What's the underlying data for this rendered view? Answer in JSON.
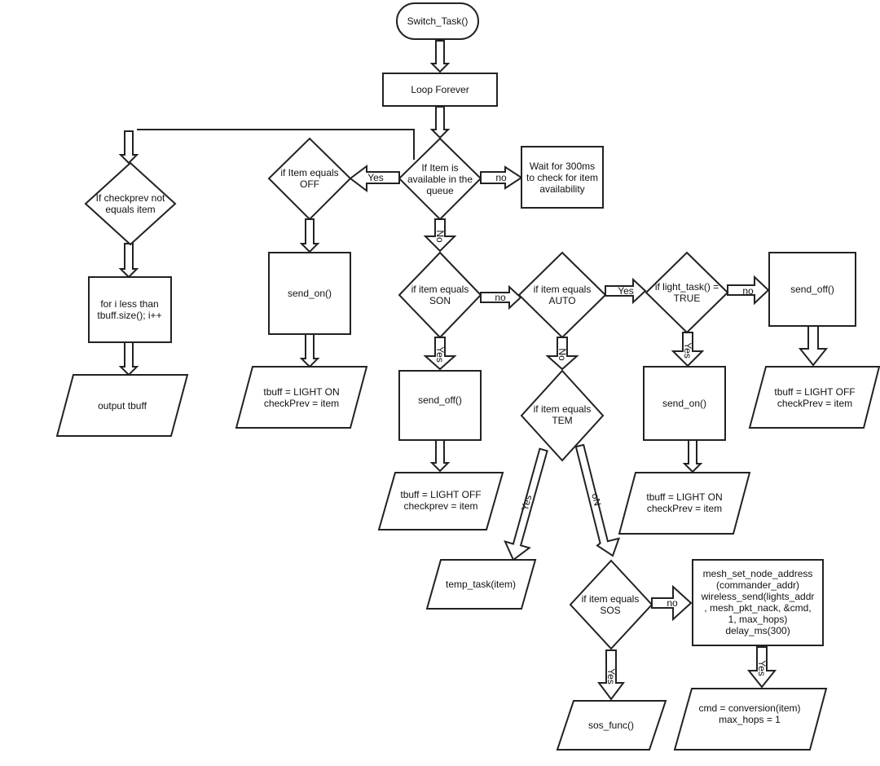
{
  "diagram": {
    "start": "Switch_Task()",
    "loop": "Loop Forever",
    "q_available": [
      "If Item is",
      "available in the",
      "queue"
    ],
    "wait": [
      "Wait for 300ms",
      "to check for item",
      "availability"
    ],
    "if_off": [
      "if Item equals",
      "OFF"
    ],
    "send_on_1": "send_on()",
    "tbuff_on_1": [
      "tbuff = LIGHT ON",
      "checkPrev = item"
    ],
    "if_checkprev": [
      "If checkprev not",
      "equals item"
    ],
    "for_loop": [
      "for i less than",
      "tbuff.size(); i++"
    ],
    "output": "output tbuff",
    "if_son": [
      "if item equals",
      "SON"
    ],
    "send_off_1": "send_off()",
    "tbuff_off_1": [
      "tbuff = LIGHT OFF",
      "checkprev = item"
    ],
    "if_auto": [
      "if item equals",
      "AUTO"
    ],
    "if_light": [
      "if light_task() =",
      "TRUE"
    ],
    "send_off_2": "send_off()",
    "tbuff_off_2": [
      "tbuff = LIGHT OFF",
      "checkPrev = item"
    ],
    "send_on_2": "send_on()",
    "tbuff_on_2": [
      "tbuff = LIGHT ON",
      "checkPrev = item"
    ],
    "if_tem": [
      "if item equals",
      "TEM"
    ],
    "temp_task": "temp_task(item)",
    "if_sos": [
      "if item equals",
      "SOS"
    ],
    "mesh": [
      "mesh_set_node_address",
      "(commander_addr)",
      "wireless_send(lights_addr",
      ", mesh_pkt_nack, &cmd,",
      "1, max_hops)",
      "delay_ms(300)"
    ],
    "cmd": [
      "cmd = conversion(item)",
      "max_hops = 1"
    ],
    "sos_func": "sos_func()",
    "labels": {
      "yes": "Yes",
      "no_lower": "no",
      "no_cap": "No",
      "on": "oN"
    }
  },
  "colors": {
    "stroke": "#222222",
    "fill": "#ffffff",
    "text": "#111111"
  }
}
